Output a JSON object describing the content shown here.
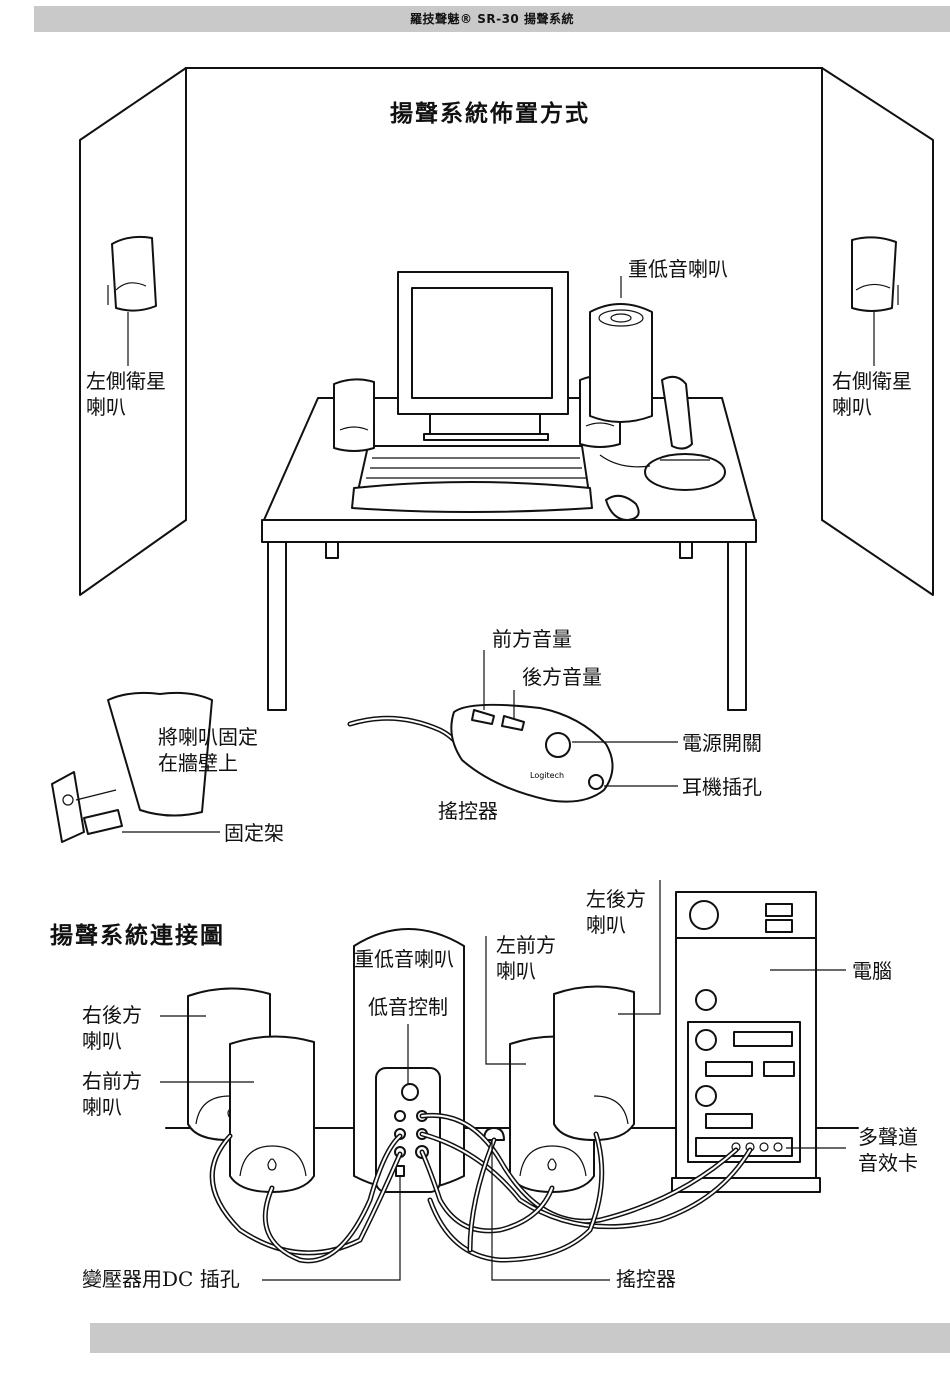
{
  "header": {
    "title": "羅技聲魅® SR-30 揚聲系統"
  },
  "setup": {
    "title": "揚聲系統佈置方式",
    "subwoofer_label": "重低音喇叭",
    "left_satellite": [
      "左側衛星",
      "喇叭"
    ],
    "right_satellite": [
      "右側衛星",
      "喇叭"
    ],
    "front_volume": "前方音量",
    "rear_volume": "後方音量",
    "power_switch": "電源開關",
    "headphone_jack": "耳機插孔",
    "controller": "搖控器",
    "mount_wall": [
      "將喇叭固定",
      "在牆壁上"
    ],
    "bracket": "固定架",
    "logo_text": "Logitech"
  },
  "connection": {
    "title": "揚聲系統連接圖",
    "left_rear": [
      "左後方",
      "喇叭"
    ],
    "left_front": [
      "左前方",
      "喇叭"
    ],
    "subwoofer": "重低音喇叭",
    "bass_control": "低音控制",
    "right_rear": [
      "右後方",
      "喇叭"
    ],
    "right_front": [
      "右前方",
      "喇叭"
    ],
    "computer": "電腦",
    "sound_card": [
      "多聲道",
      "音效卡"
    ],
    "dc_jack": "變壓器用DC 插孔",
    "controller": "搖控器"
  }
}
